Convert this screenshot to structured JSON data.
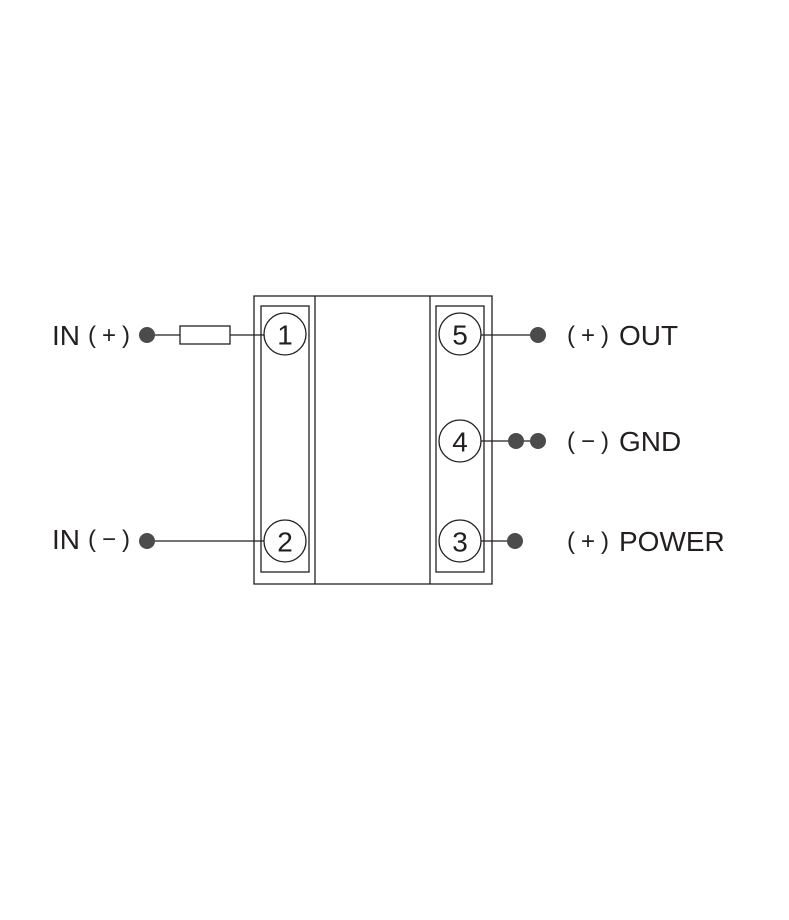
{
  "colors": {
    "line": "#231f20",
    "dot": "#4b4b4b",
    "background": "#ffffff"
  },
  "pins": [
    {
      "number": "1"
    },
    {
      "number": "2"
    },
    {
      "number": "3"
    },
    {
      "number": "4"
    },
    {
      "number": "5"
    }
  ],
  "labels": {
    "in_plus": {
      "main": "IN",
      "paren": "(+)"
    },
    "in_minus": {
      "main": "IN",
      "paren": "(−)"
    },
    "out": {
      "paren": "(+)",
      "main": "OUT"
    },
    "gnd": {
      "paren": "(−)",
      "main": "GND"
    },
    "power": {
      "paren": "(+)",
      "main": "POWER"
    }
  }
}
